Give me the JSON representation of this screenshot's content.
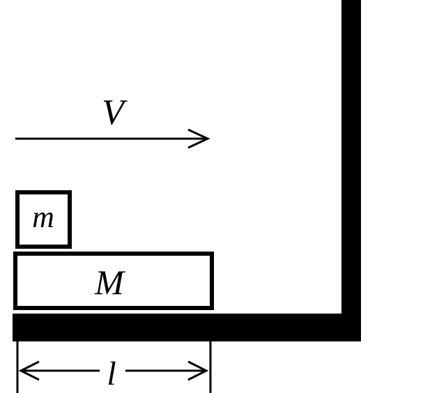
{
  "diagram": {
    "labels": {
      "velocity": "V",
      "small_block": "m",
      "large_block": "M",
      "length": "l"
    },
    "colors": {
      "ink": "#000000",
      "background": "#ffffff"
    }
  }
}
